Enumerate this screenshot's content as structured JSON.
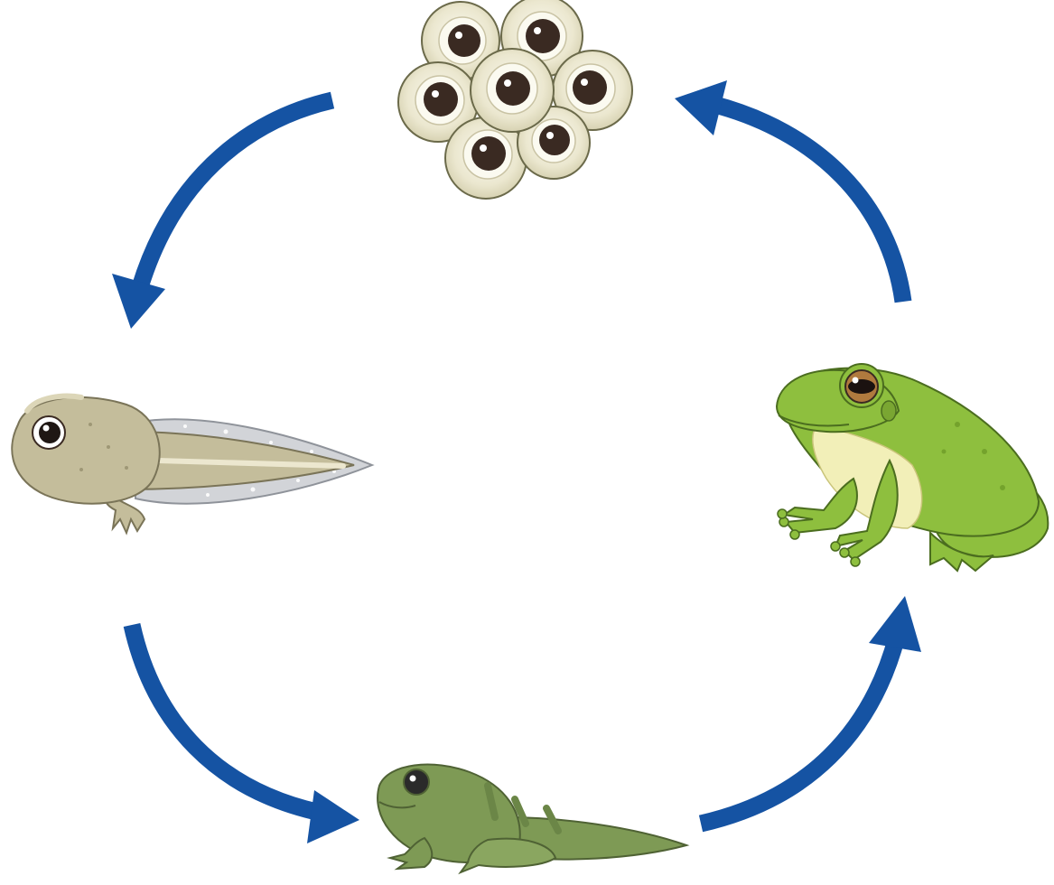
{
  "diagram": {
    "stages": [
      {
        "id": "eggs",
        "icon": "frog-eggs-icon"
      },
      {
        "id": "tadpole",
        "icon": "tadpole-icon"
      },
      {
        "id": "froglet",
        "icon": "froglet-icon"
      },
      {
        "id": "adult",
        "icon": "adult-frog-icon"
      }
    ],
    "flow": [
      {
        "from": "eggs",
        "to": "tadpole"
      },
      {
        "from": "tadpole",
        "to": "froglet"
      },
      {
        "from": "froglet",
        "to": "adult"
      },
      {
        "from": "adult",
        "to": "eggs"
      }
    ],
    "colors": {
      "arrow": "#1553a3",
      "background": "#ffffff",
      "egg_outline": "#6b6a4a",
      "egg_jelly": "#e6e2c8",
      "egg_yolk": "#3a2a22",
      "tadpole_body": "#c4bd9b",
      "tadpole_fin": "#d2d4d8",
      "froglet_body": "#7e9a55",
      "frog_body": "#8ebf3e",
      "frog_belly": "#f2efb8"
    }
  }
}
